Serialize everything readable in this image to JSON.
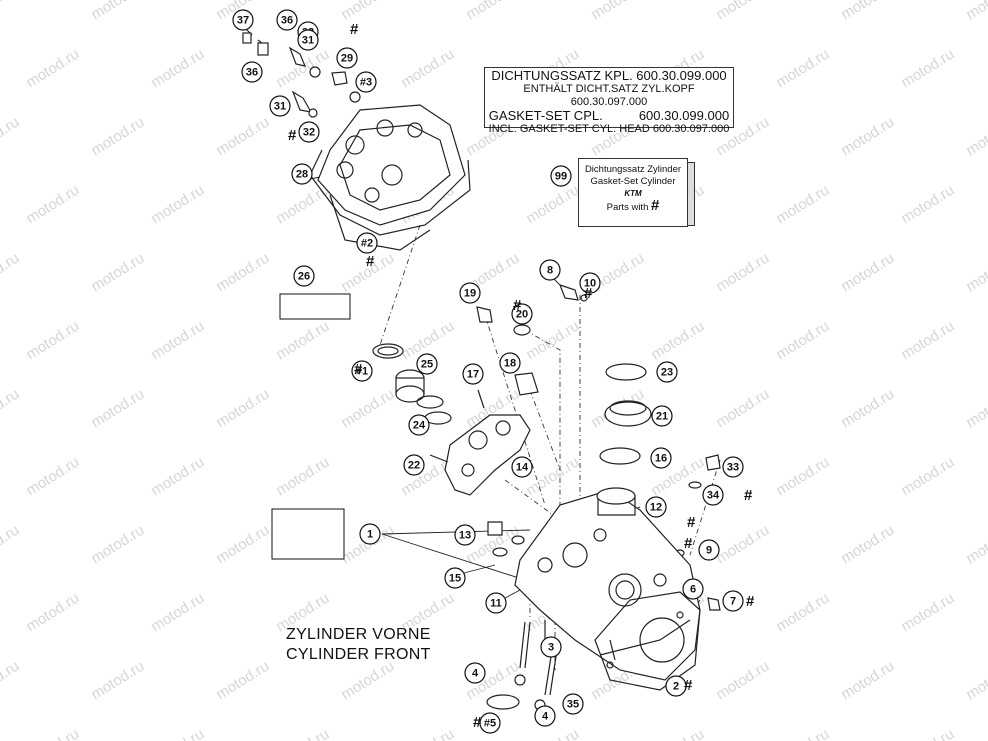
{
  "watermark": "motod.ru",
  "hash_symbol": "#",
  "gasket_box": {
    "line1": "DICHTUNGSSATZ KPL. 600.30.099.000",
    "line2": "ENTHÄLT DICHT.SATZ ZYL.KOPF 600.30.097.000",
    "line3": "GASKET-SET CPL.          600.30.099.000",
    "line4": "INCL. GASKET-SET CYL. HEAD 600.30.097.000"
  },
  "kit_box": {
    "callout": "99",
    "line1": "Dichtungssatz Zylinder",
    "line2": "Gasket-Set Cylinder",
    "brand": "KTM",
    "line3": "Parts with",
    "hash": "#"
  },
  "cylinder_label": {
    "line1": "ZYLINDER VORNE",
    "line2": "CYLINDER FRONT"
  },
  "group_26": {
    "callout": "26",
    "items": [
      "#1",
      "#2",
      "#3"
    ]
  },
  "group_1": {
    "callout": "1",
    "items": [
      "3",
      "11",
      "12",
      "16",
      "17",
      "18"
    ]
  },
  "callouts": [
    "37",
    "36",
    "32",
    "31",
    "29",
    "#3",
    "36",
    "31",
    "32",
    "28",
    "#2",
    "8",
    "10",
    "19",
    "20",
    "#1",
    "25",
    "18",
    "17",
    "23",
    "21",
    "24",
    "16",
    "22",
    "14",
    "33",
    "34",
    "12",
    "13",
    "15",
    "9",
    "11",
    "6",
    "7",
    "3",
    "4",
    "2",
    "#5",
    "35",
    "4"
  ]
}
